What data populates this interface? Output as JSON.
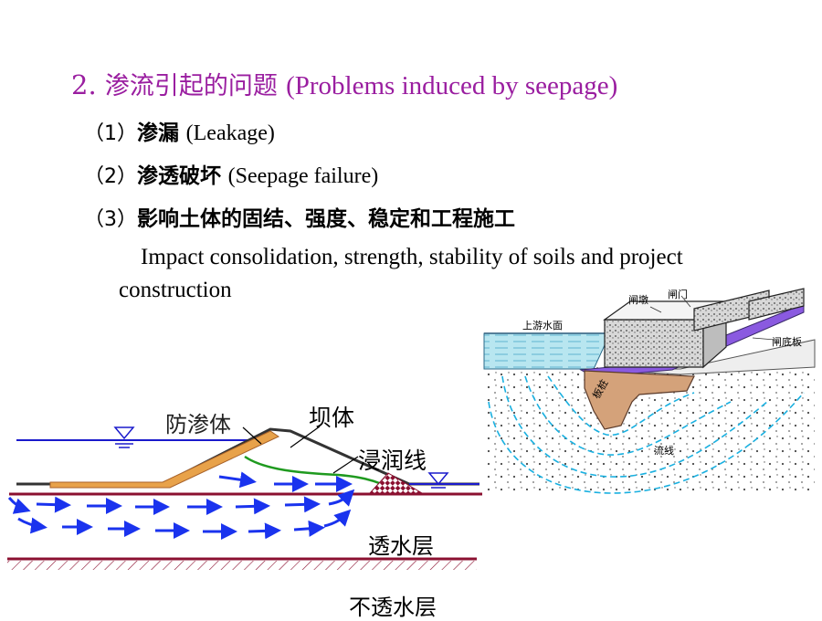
{
  "heading": {
    "number": "2.",
    "chinese": "渗流引起的问题",
    "english": "(Problems induced by seepage)"
  },
  "items": [
    {
      "num": "（1）",
      "cn": "渗漏",
      "en": "(Leakage)"
    },
    {
      "num": "（2）",
      "cn": "渗透破坏",
      "en": "(Seepage failure)"
    },
    {
      "num": "（3）",
      "cn": "影响土体的固结、强度、稳定和工程施工",
      "en": ""
    }
  ],
  "impact_text": "Impact consolidation, strength, stability of soils and project construction",
  "dam_diagram": {
    "anti_seepage_label": "防渗体",
    "dam_body_label": "坝体",
    "phreatic_line_label": "浸润线",
    "permeable_layer_label": "透水层",
    "impermeable_layer_label": "不透水层"
  },
  "sluice_diagram": {
    "upstream_water_label": "上游水面",
    "pier_label": "闸墩",
    "gate_label": "闸门",
    "floor_label": "闸底板",
    "sheet_pile_label": "板桩",
    "flow_line_label": "流线"
  },
  "colors": {
    "heading": "#9a1ea0",
    "water_line": "#1a1acc",
    "flow_arrow": "#1a33ee",
    "anti_seepage": "#e8a24a",
    "phreatic": "#1f9a1f",
    "ground": "#8b1030"
  }
}
